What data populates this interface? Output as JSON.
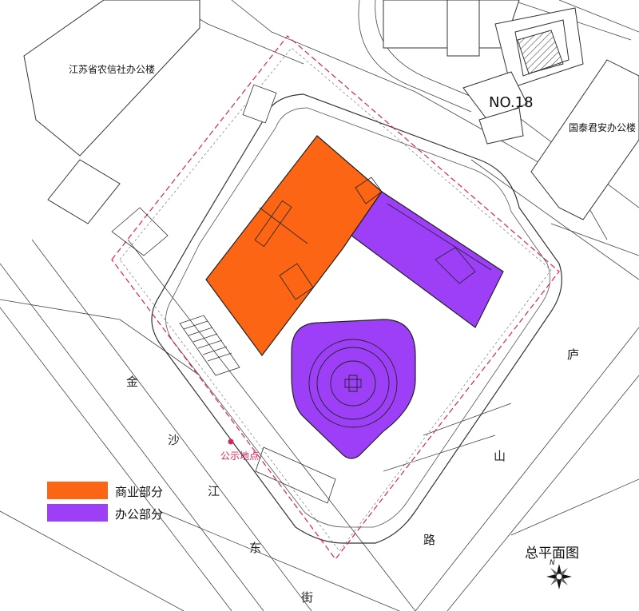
{
  "buildings": {
    "neighbor_west": "江苏省农信社办公楼",
    "neighbor_east": "国泰君安办公楼",
    "plot_no": "NO.18"
  },
  "title": "总平面图",
  "notice_point": "公示地点",
  "roads": {
    "jinsha_chars": [
      "金",
      "沙",
      "江",
      "东",
      "街"
    ],
    "lushan_chars": [
      "庐",
      "山",
      "路"
    ]
  },
  "legend": [
    {
      "label": "商业部分",
      "color": "#fb6514"
    },
    {
      "label": "办公部分",
      "color": "#9d3ff7"
    }
  ],
  "colors": {
    "commercial": "#fb6514",
    "office": "#9d3ff7",
    "redline": "#d6245c",
    "line": "#3b3b3b"
  },
  "compass_label": "N"
}
